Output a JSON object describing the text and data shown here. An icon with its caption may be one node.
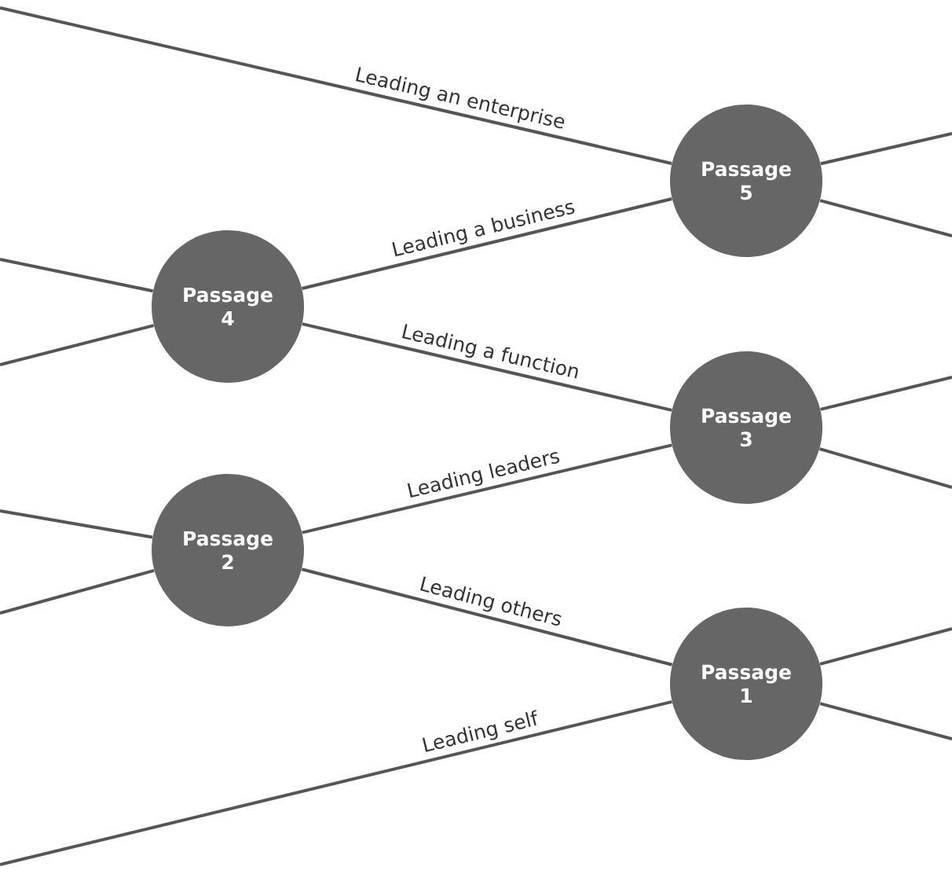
{
  "diagram": {
    "nodes": [
      {
        "text": [
          "Passage 5"
        ]
      },
      {
        "text": [
          "Passage 4"
        ]
      },
      {
        "text": [
          "Passage 3"
        ]
      },
      {
        "text": [
          "Passage 2"
        ]
      },
      {
        "text": [
          "Passage 1"
        ]
      }
    ],
    "edges": [
      {
        "from": null,
        "to": 0,
        "arrow": "none",
        "label": "Leading an enterprise"
      },
      {
        "from": 0,
        "to": null,
        "arrow": "none"
      },
      {
        "from": 0,
        "to": null,
        "arrow": "none"
      },
      {
        "from": null,
        "to": 1,
        "arrow": "none"
      },
      {
        "from": null,
        "to": 1,
        "arrow": "none"
      },
      {
        "from": 1,
        "to": 0,
        "arrow": "none",
        "label": "Leading a business"
      },
      {
        "from": 1,
        "to": 2,
        "arrow": "none",
        "label": "Leading a function"
      },
      {
        "from": 2,
        "to": null,
        "arrow": "none"
      },
      {
        "from": 2,
        "to": null,
        "arrow": "none"
      },
      {
        "from": null,
        "to": 3,
        "arrow": "none"
      },
      {
        "from": null,
        "to": 3,
        "arrow": "none"
      },
      {
        "from": 3,
        "to": 2,
        "arrow": "none",
        "label": "Leading leaders"
      },
      {
        "from": 3,
        "to": 4,
        "arrow": "none",
        "label": "Leading others"
      },
      {
        "from": null,
        "to": 4,
        "arrow": "none",
        "label": "Leading self"
      },
      {
        "from": 4,
        "to": null,
        "arrow": "none"
      },
      {
        "from": 4,
        "to": null,
        "arrow": "none"
      }
    ]
  }
}
